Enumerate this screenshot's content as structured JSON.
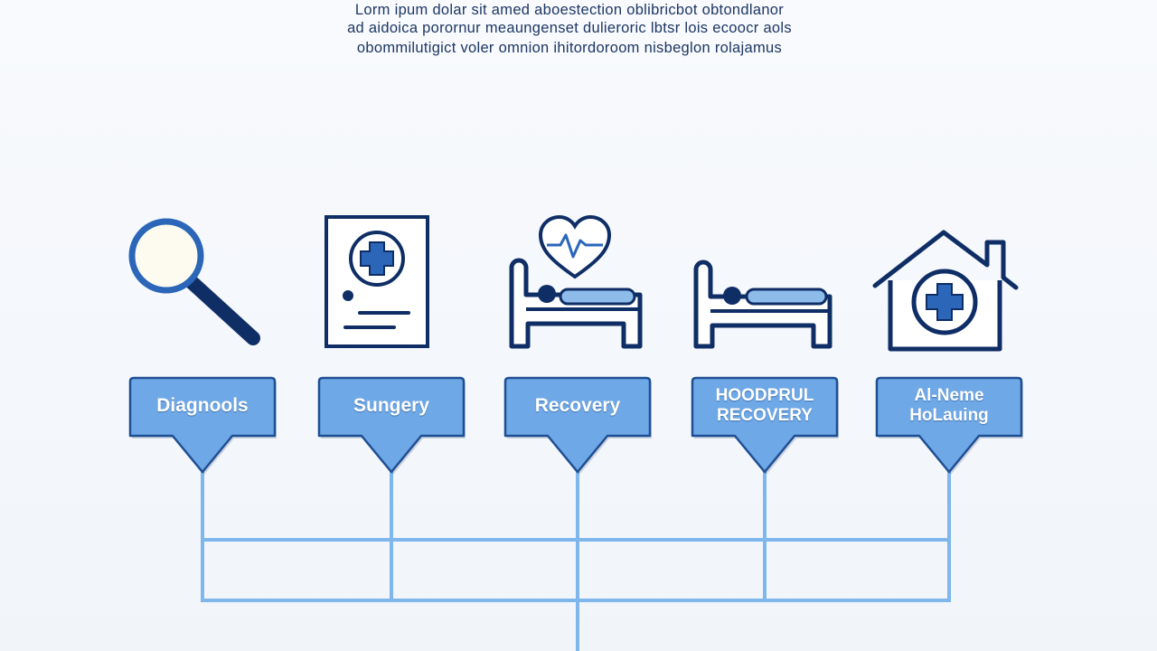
{
  "intro": {
    "lines": [
      "Lorm ipum dolar sit amed aboestection oblibricbot obtondlanor",
      "ad aidoica porornur meaungenset dulieroric lbtsr lois ecoocr aols",
      "obommilutigict voler omnion ihitordoroom nisbeglon rolajamus"
    ]
  },
  "stages": [
    {
      "label": "Diagnools",
      "icon": "magnifying-glass-icon"
    },
    {
      "label": "Sungery",
      "icon": "medical-document-icon"
    },
    {
      "label": "Recovery",
      "icon": "heart-bed-icon"
    },
    {
      "label": "HOODPRUL\nRECOVERY",
      "icon": "hospital-bed-icon"
    },
    {
      "label": "Al-Neme\nHoLauing",
      "icon": "home-cross-icon"
    }
  ],
  "colors": {
    "navy": "#0f2e66",
    "blue_icon": "#2b66b8",
    "label_fill": "#6fa8e6",
    "label_stroke": "#1f4f93",
    "connector": "#7fb7ec"
  }
}
